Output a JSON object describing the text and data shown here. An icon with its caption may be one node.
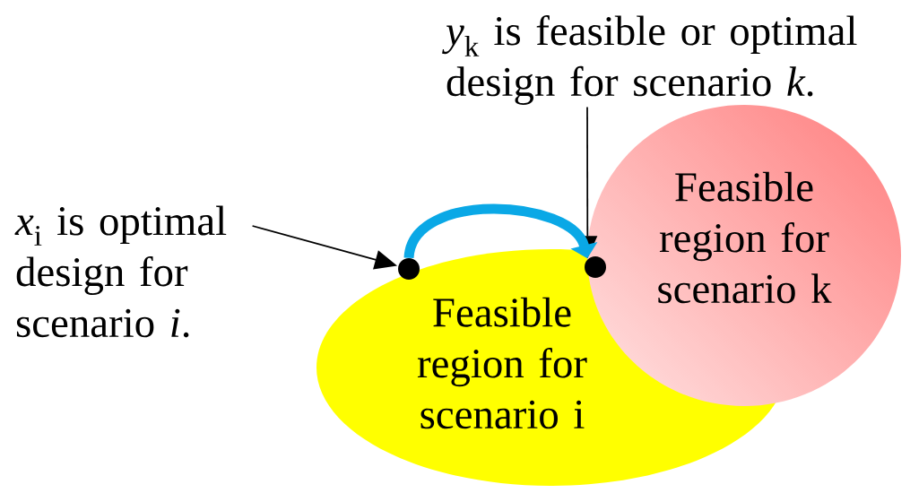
{
  "diagram": {
    "nodes": [
      {
        "text": [
          "Feasible region for scenario i"
        ]
      },
      {
        "text": [
          "Feasible region for scenario k"
        ]
      },
      {
        "text": [
          "*x*$_{i}$ is optimal design for scenario *i*."
        ]
      },
      {
        "text": [
          "*y*$_{k}$ is feasible or optimal design for scenario *k*."
        ]
      },
      {
        "text": [],
        "shape": "circle"
      },
      {
        "text": [],
        "shape": "circle"
      }
    ],
    "edges": [
      {
        "from": 2,
        "to": 4,
        "arrow": "to"
      },
      {
        "from": 3,
        "to": 5,
        "arrow": "to"
      },
      {
        "from": 4,
        "to": 5,
        "arrow": "to",
        "style": "thick",
        "color": "#0aa8e6"
      }
    ]
  }
}
